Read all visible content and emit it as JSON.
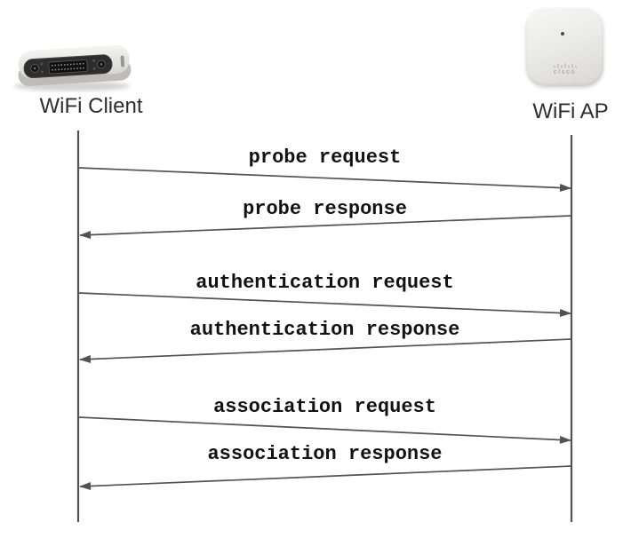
{
  "actors": {
    "client": {
      "label": "WiFi Client"
    },
    "ap": {
      "label": "WiFi AP",
      "logo": "cisco"
    }
  },
  "messages": [
    {
      "label": "probe request",
      "from": "client",
      "to": "ap"
    },
    {
      "label": "probe response",
      "from": "ap",
      "to": "client"
    },
    {
      "label": "authentication request",
      "from": "client",
      "to": "ap"
    },
    {
      "label": "authentication response",
      "from": "ap",
      "to": "client"
    },
    {
      "label": "association request",
      "from": "client",
      "to": "ap"
    },
    {
      "label": "association response",
      "from": "ap",
      "to": "client"
    }
  ],
  "colors": {
    "line": "#525252",
    "message_text": "#121212",
    "actor_text": "#2e2e2e",
    "background": "#ffffff"
  }
}
